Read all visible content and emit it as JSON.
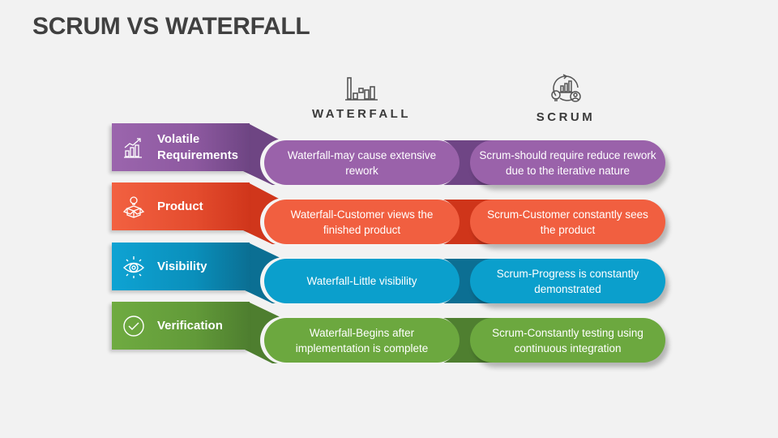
{
  "title": "SCRUM VS WATERFALL",
  "columns": {
    "waterfall": {
      "label": "WATERFALL",
      "icon": "bar-chart-steps-icon"
    },
    "scrum": {
      "label": "SCRUM",
      "icon": "agile-cycle-icon"
    }
  },
  "rows": [
    {
      "label_line1": "Volatile",
      "label_line2": "Requirements",
      "icon": "growth-chart-icon",
      "waterfall": "Waterfall-may cause extensive rework",
      "scrum": "Scrum-should require reduce rework due to the iterative nature",
      "colors": {
        "tab_light": "#9b65ad",
        "tab_dark": "#6e4583",
        "pill": "#9a62aa",
        "band": "#6f4585"
      }
    },
    {
      "label_line1": "Product",
      "label_line2": "",
      "icon": "product-box-icon",
      "waterfall": "Waterfall-Customer views the finished product",
      "scrum": "Scrum-Customer constantly sees the product",
      "colors": {
        "tab_light": "#f26141",
        "tab_dark": "#d0361b",
        "pill": "#f15f40",
        "band": "#cf351a"
      }
    },
    {
      "label_line1": "Visibility",
      "label_line2": "",
      "icon": "eye-icon",
      "waterfall": "Waterfall-Little visibility",
      "scrum": "Scrum-Progress is constantly demonstrated",
      "colors": {
        "tab_light": "#0ea3d3",
        "tab_dark": "#0b6f93",
        "pill": "#0b9fcc",
        "band": "#0c6f93"
      }
    },
    {
      "label_line1": "Verification",
      "label_line2": "",
      "icon": "check-circle-icon",
      "waterfall": "Waterfall-Begins after implementation is complete",
      "scrum": "Scrum-Constantly testing using continuous integration",
      "colors": {
        "tab_light": "#6fab41",
        "tab_dark": "#4e7e2f",
        "pill": "#6ca83f",
        "band": "#4f7f30"
      }
    }
  ]
}
